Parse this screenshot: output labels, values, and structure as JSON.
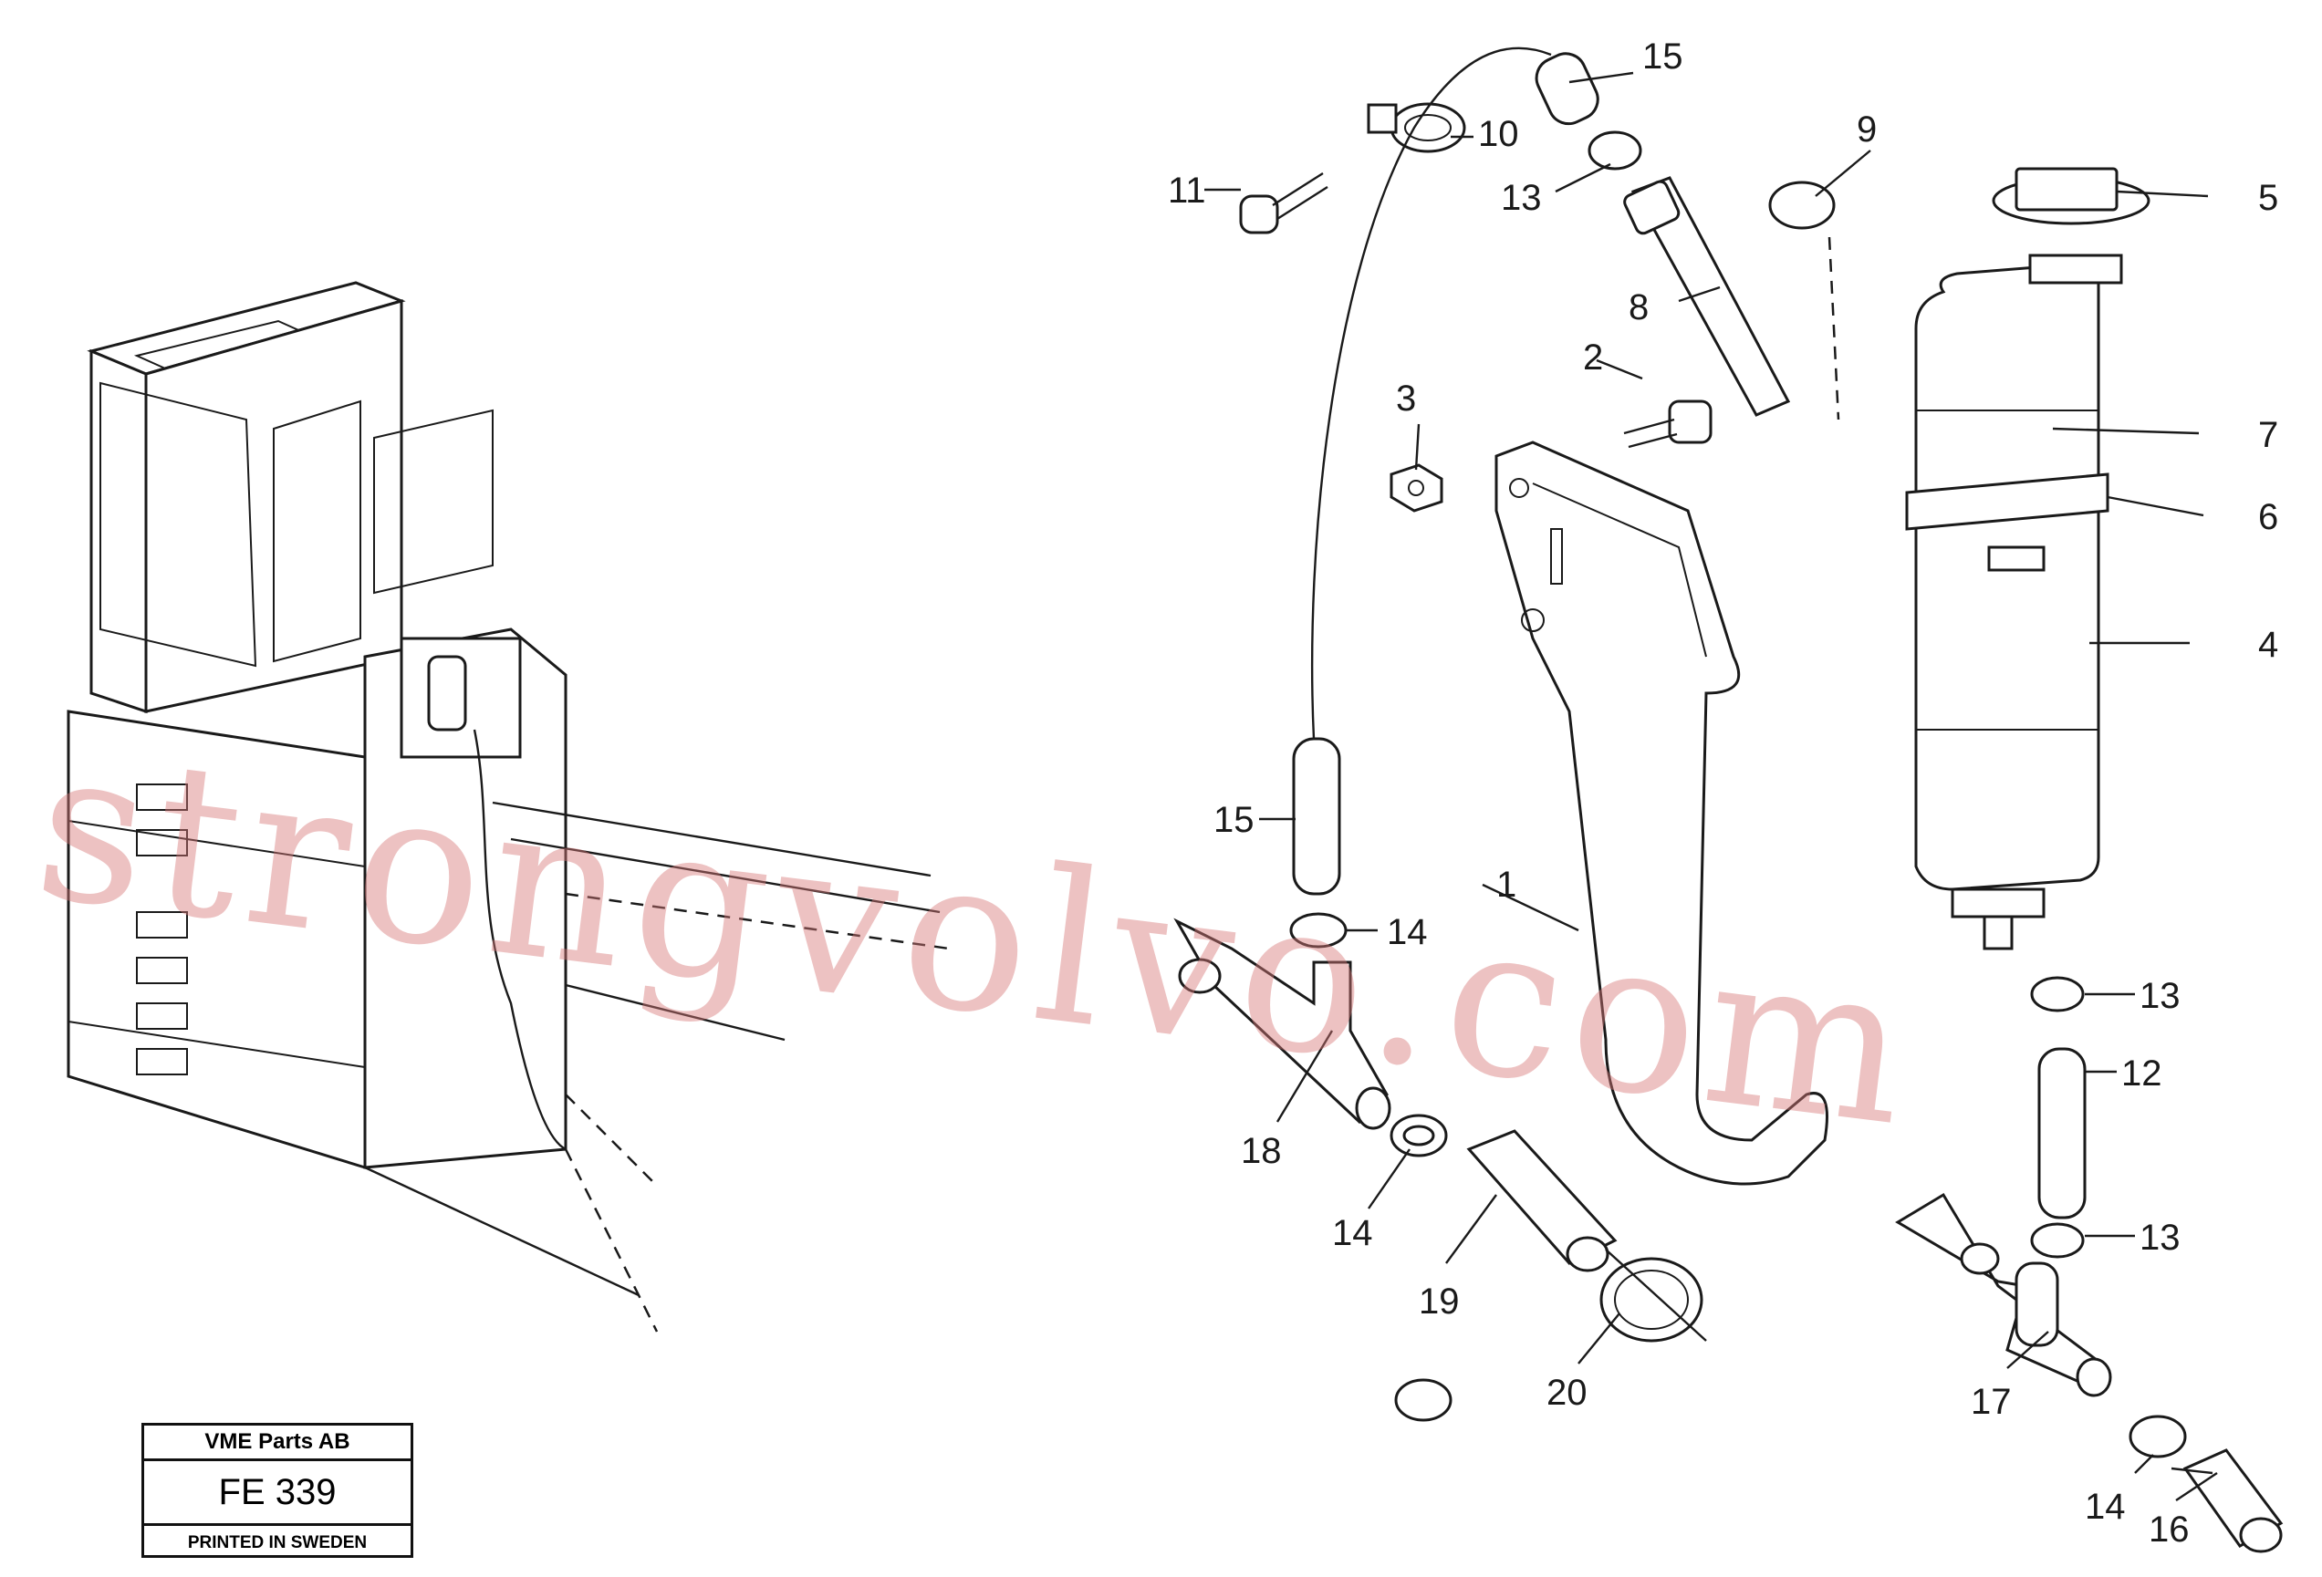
{
  "title_block": {
    "company": "VME Parts AB",
    "code": "FE 339",
    "printed": "PRINTED IN SWEDEN"
  },
  "watermark": "strongvolvo.com",
  "callouts": [
    "1",
    "2",
    "3",
    "4",
    "5",
    "6",
    "7",
    "8",
    "9",
    "10",
    "11",
    "12",
    "13",
    "13",
    "13",
    "14",
    "14",
    "14",
    "14",
    "15",
    "15",
    "16",
    "17",
    "18",
    "19",
    "20"
  ],
  "colors": {
    "ink": "#1a1a1a",
    "watermark": "#d67878"
  }
}
